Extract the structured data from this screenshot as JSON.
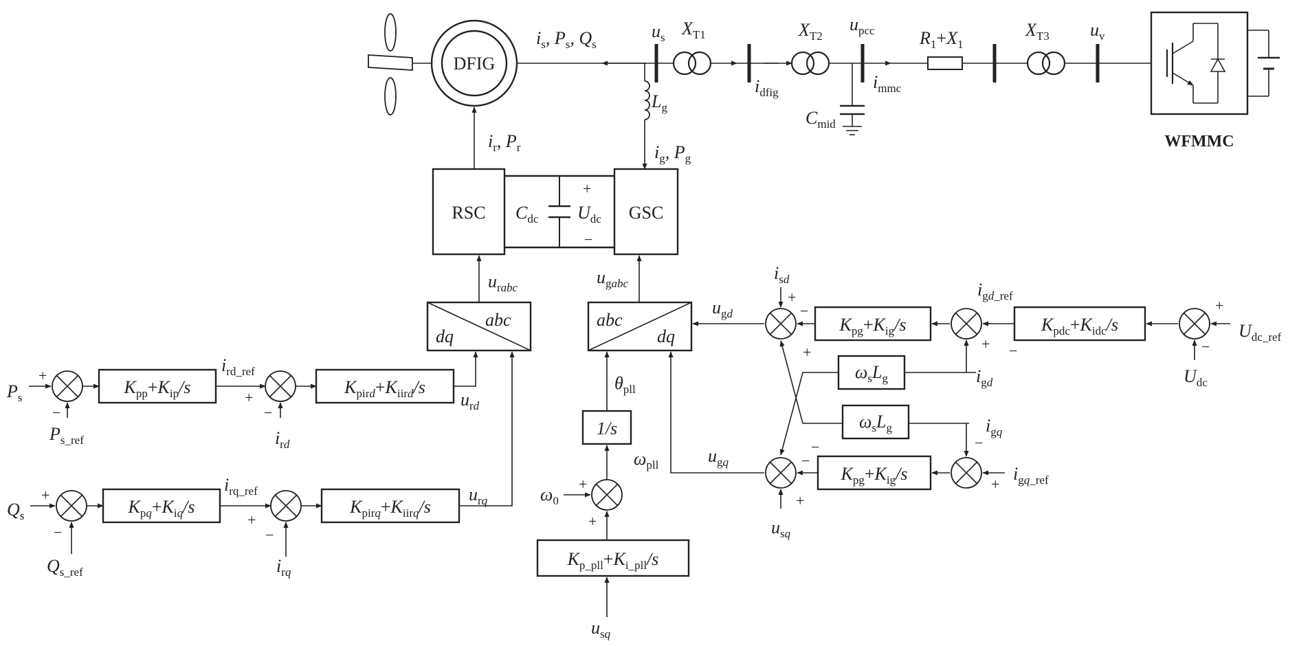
{
  "generator": "DFIG",
  "rsc": "RSC",
  "gsc": "GSC",
  "wfmmc": "WFMMC",
  "transform": {
    "abc": "abc",
    "dq": "dq"
  },
  "integrator": "1/s",
  "blocks": {
    "p_ctrl": "Kpp+Kip/s",
    "q_ctrl": "Kpq+Kiq/s",
    "ird_ctrl": "Kpird+Kiird/s",
    "irq_ctrl": "Kpirq+Kiirq/s",
    "pll_ctrl": "Kp_pll+Ki_pll/s",
    "igd_ctrl": "Kpg+Kig/s",
    "igq_ctrl": "Kpg+Kig/s",
    "udc_ctrl": "Kpdc+Kidc/s",
    "decouple_top": "ωsLg",
    "decouple_bot": "ωsLg"
  },
  "signals": [
    "is, Ps, Qs",
    "us",
    "XT1",
    "XT2",
    "upcc",
    "R1+X1",
    "XT3",
    "uv",
    "idfig",
    "immc",
    "Cmid",
    "Lg",
    "ir, Pr",
    "ig, Pg",
    "Cdc",
    "Udc",
    "urabc",
    "ugabc",
    "ugd",
    "ugq",
    "isd",
    "usq",
    "igd_ref",
    "igd",
    "igq",
    "igq_ref",
    "Udc_ref",
    "θpll",
    "ωpll",
    "ω0",
    "Ps",
    "Ps_ref",
    "Qs",
    "Qs_ref",
    "ird_ref",
    "ird",
    "irq_ref",
    "irq",
    "urd",
    "urq"
  ],
  "signs": [
    "+",
    "−"
  ]
}
